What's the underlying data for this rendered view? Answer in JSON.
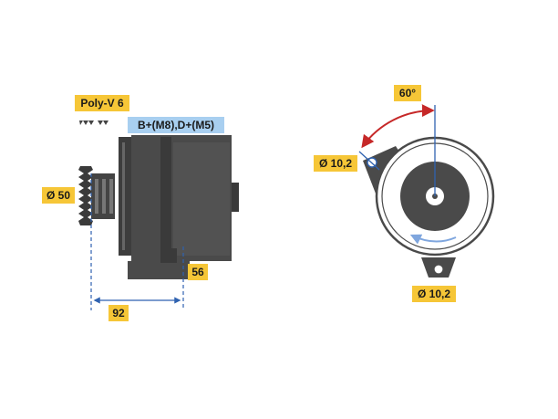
{
  "labels": {
    "belt": "Poly-V 6",
    "terminals": "B+(M8),D+(M5)",
    "pulley_diameter": "Ø 50",
    "offset": "56",
    "length": "92",
    "angle": "60°",
    "hole_upper": "Ø 10,2",
    "hole_lower": "Ø 10,2"
  },
  "colors": {
    "label_bg": "#f6c637",
    "terminal_bg": "#a8cff0",
    "body": "#4a4a4a",
    "body_dark": "#333333",
    "dimension_line": "#2f62b0",
    "arc": "#c62828",
    "rotation_arrow": "#7fa6de"
  }
}
